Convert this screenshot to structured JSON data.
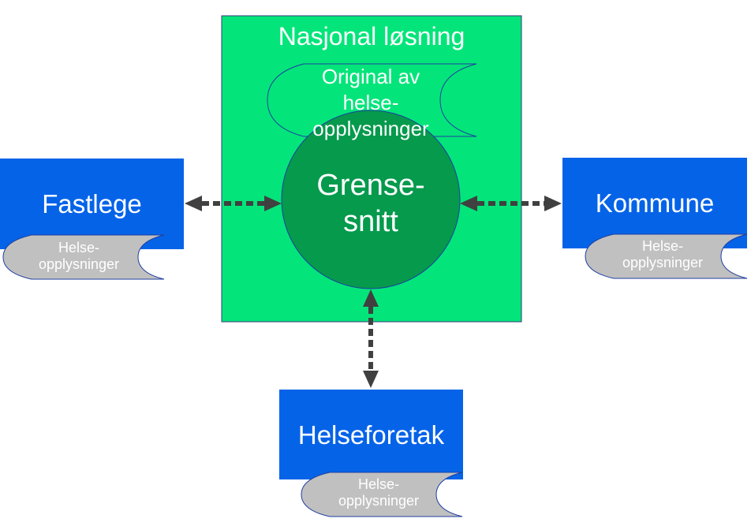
{
  "diagram": {
    "national": {
      "title": "Nasjonal løsning"
    },
    "original_doc": {
      "line1": "Original av",
      "line2": "helse-",
      "line3": "opplysninger"
    },
    "interface": {
      "line1": "Grense-",
      "line2": "snitt"
    },
    "nodes": [
      {
        "id": "fastlege",
        "label": "Fastlege",
        "doc_line1": "Helse-",
        "doc_line2": "opplysninger"
      },
      {
        "id": "kommune",
        "label": "Kommune",
        "doc_line1": "Helse-",
        "doc_line2": "opplysninger"
      },
      {
        "id": "helseforetak",
        "label": "Helseforetak",
        "doc_line1": "Helse-",
        "doc_line2": "opplysninger"
      }
    ],
    "colors": {
      "national_fill": "#03E57A",
      "interface_fill": "#059A4C",
      "node_fill": "#0563E8",
      "doc_fill": "#C0C0C0",
      "arrow": "#404040",
      "outline": "#1F3FA0"
    }
  }
}
